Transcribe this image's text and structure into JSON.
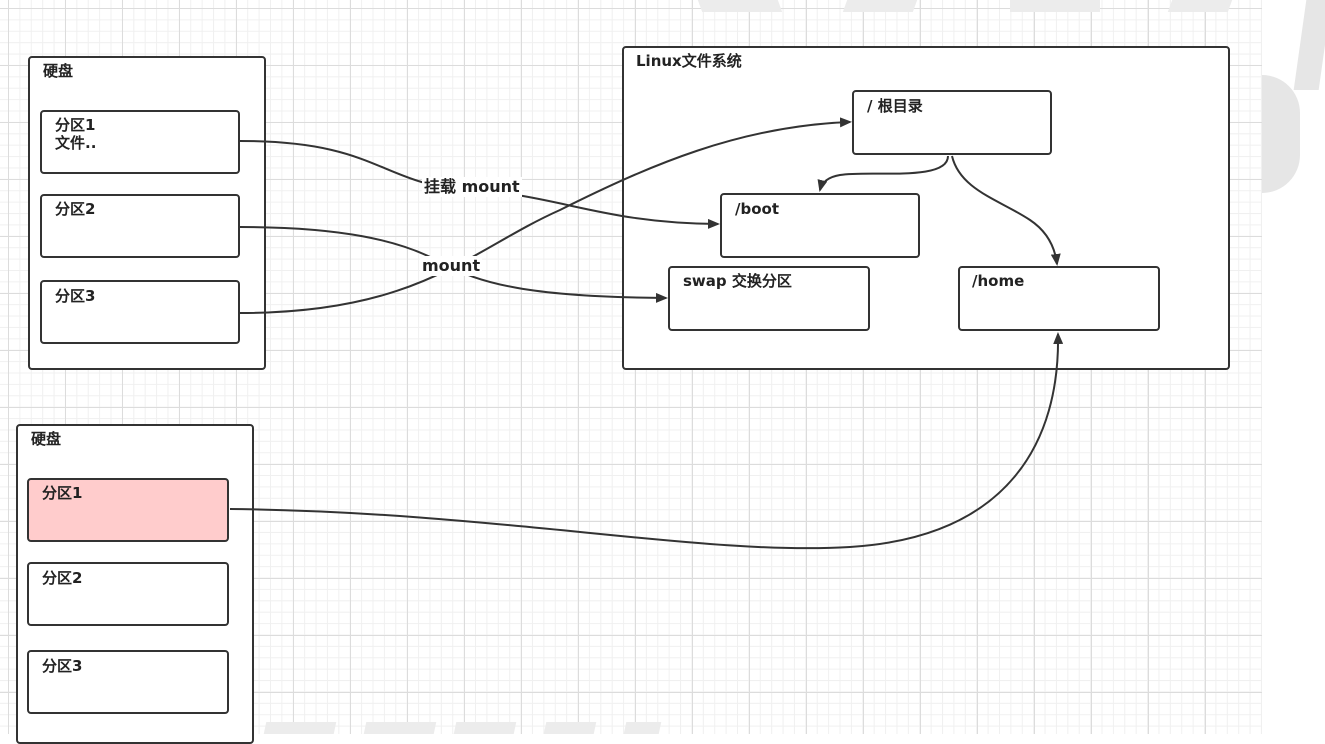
{
  "colors": {
    "grid_major": "#dcdcdc",
    "grid_minor": "#f0f0f0",
    "stroke": "#333333",
    "highlight_fill": "#ffcccc",
    "watermark": "#e6e6e6"
  },
  "disk1": {
    "title": "硬盘",
    "partitions": [
      {
        "label": "分区1\n文件.."
      },
      {
        "label": "分区2"
      },
      {
        "label": "分区3"
      }
    ]
  },
  "disk2": {
    "title": "硬盘",
    "partitions": [
      {
        "label": "分区1",
        "highlighted": true
      },
      {
        "label": "分区2"
      },
      {
        "label": "分区3"
      }
    ]
  },
  "linux_fs": {
    "title": "Linux文件系统",
    "root": "/ 根目录",
    "boot": "/boot",
    "swap": "swap 交换分区",
    "home": "/home"
  },
  "edge_labels": {
    "mount_cn": "挂载 mount",
    "mount": "mount"
  }
}
